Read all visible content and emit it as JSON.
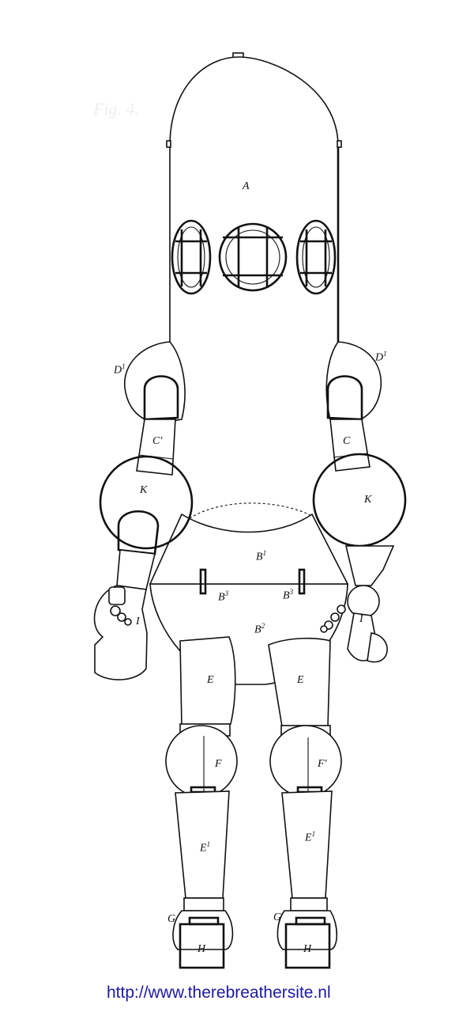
{
  "figure_label": "Fig. 4.",
  "labels": {
    "helmet": "A",
    "shoulder_left": "D",
    "shoulder_left_sup": "1",
    "shoulder_right": "D",
    "shoulder_right_sup": "1",
    "upper_arm_left": "C'",
    "upper_arm_right": "C",
    "elbow_left": "K",
    "elbow_right": "K",
    "body_upper": "B",
    "body_upper_sup": "1",
    "body_lower": "B",
    "body_lower_sup": "2",
    "clasp_left": "B",
    "clasp_left_sup": "3",
    "clasp_right": "B",
    "clasp_right_sup": "3",
    "hand_left": "I",
    "hand_right": "I",
    "thigh_left": "E",
    "thigh_right": "E",
    "knee_left": "F",
    "knee_right": "F'",
    "calf_left": "E",
    "calf_left_sup": "1",
    "calf_right": "E",
    "calf_right_sup": "1",
    "ankle_left": "G",
    "ankle_right": "G",
    "foot_left": "H",
    "foot_right": "H"
  },
  "watermark_url": "http://www.therebreathersite.nl"
}
